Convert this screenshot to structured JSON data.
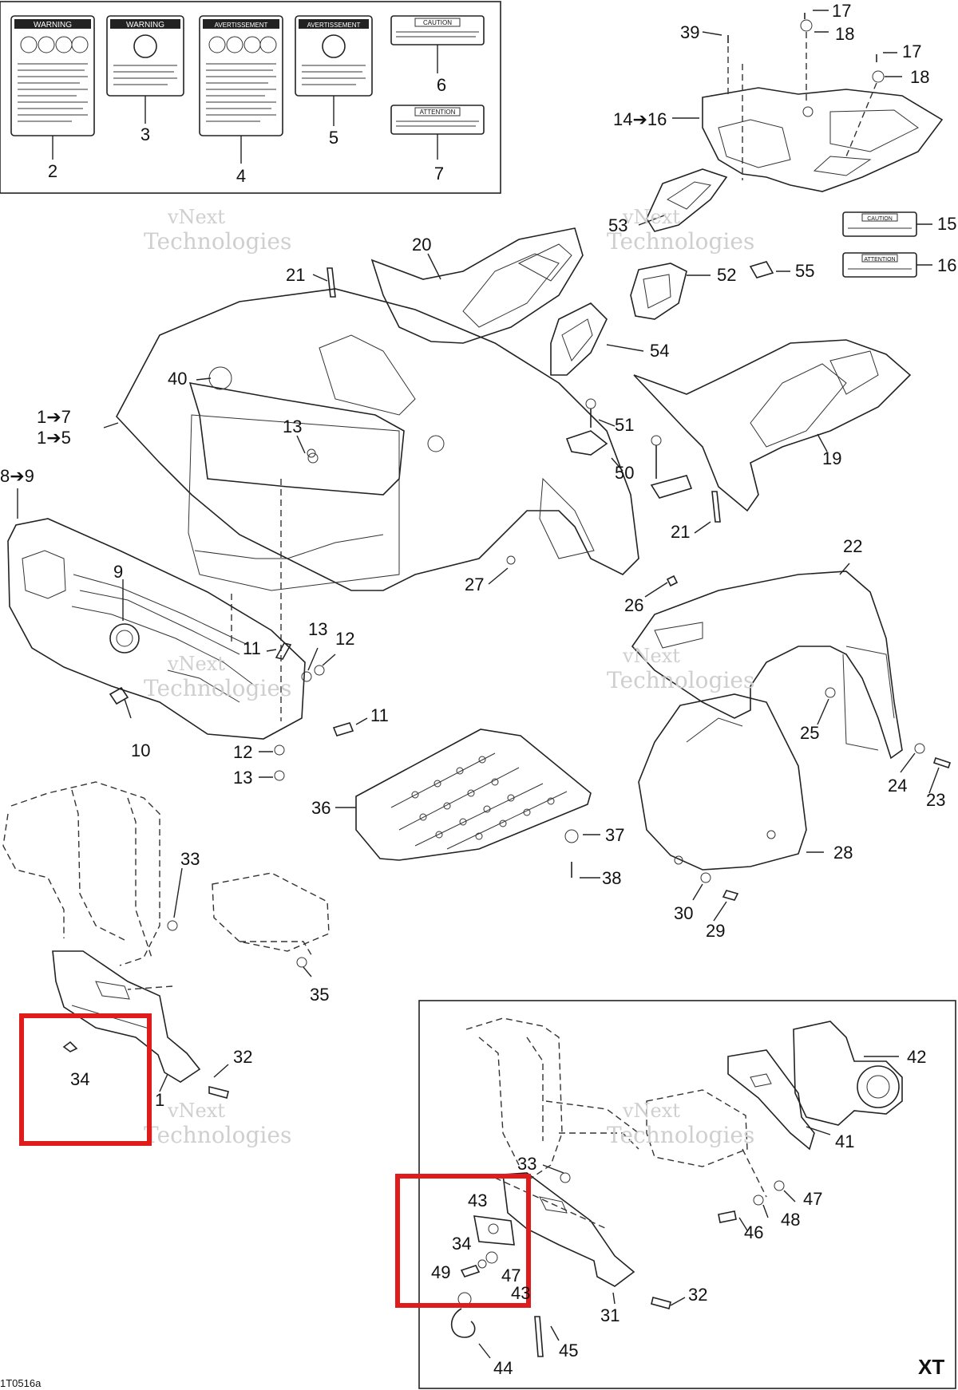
{
  "diagram": {
    "drawing_id": "1T0516a",
    "variant_label": "XT",
    "watermark": {
      "line1": "vNext",
      "line2": "Technologies"
    },
    "decal_panels": [
      {
        "id": "2",
        "heading": "WARNING"
      },
      {
        "id": "3",
        "heading": "WARNING"
      },
      {
        "id": "4",
        "heading": "AVERTISSEMENT"
      },
      {
        "id": "5",
        "heading": "AVERTISSEMENT"
      },
      {
        "id": "6",
        "heading": "CAUTION"
      },
      {
        "id": "7",
        "heading": "ATTENTION"
      },
      {
        "id": "15",
        "heading": "CAUTION"
      },
      {
        "id": "16",
        "heading": "ATTENTION"
      }
    ],
    "callouts": [
      "2",
      "3",
      "4",
      "5",
      "6",
      "7",
      "17",
      "18",
      "39",
      "17",
      "18",
      "14➔16",
      "53",
      "15",
      "16",
      "20",
      "52",
      "55",
      "21",
      "54",
      "40",
      "1➔7",
      "1➔5",
      "13",
      "51",
      "19",
      "8➔9",
      "50",
      "21",
      "22",
      "27",
      "26",
      "9",
      "13",
      "12",
      "11",
      "11",
      "25",
      "10",
      "12",
      "13",
      "24",
      "23",
      "36",
      "37",
      "28",
      "33",
      "38",
      "30",
      "29",
      "35",
      "42",
      "32",
      "34",
      "1",
      "41",
      "33",
      "47",
      "43",
      "48",
      "46",
      "34",
      "49",
      "47",
      "43",
      "32",
      "31",
      "45",
      "44"
    ],
    "highlight_color": "#e01b1b"
  }
}
